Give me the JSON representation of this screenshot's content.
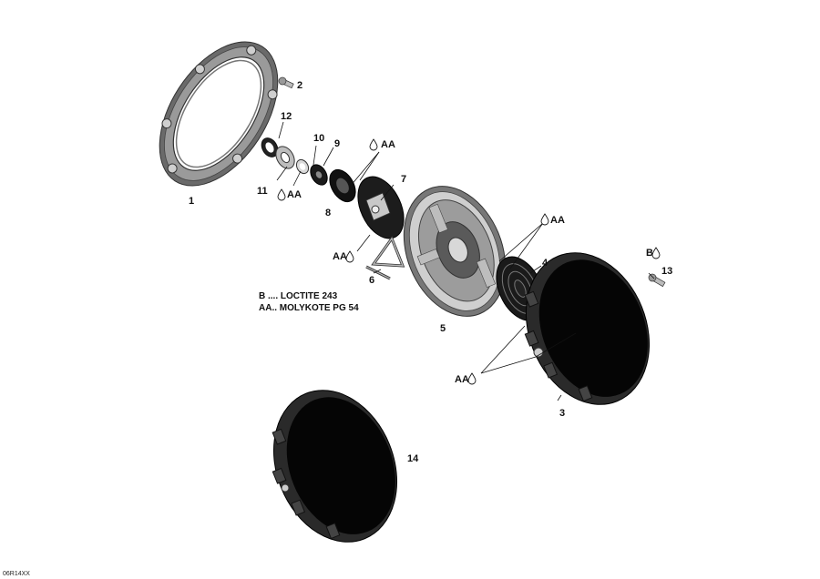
{
  "parts": [
    {
      "id": "housing-ring",
      "number": "1"
    },
    {
      "id": "bolt-top",
      "number": "2"
    },
    {
      "id": "starter-cover",
      "number": "3"
    },
    {
      "id": "spring",
      "number": "4"
    },
    {
      "id": "rope-reel",
      "number": "5"
    },
    {
      "id": "rope-guide",
      "number": "6"
    },
    {
      "id": "ratchet-plate",
      "number": "7"
    },
    {
      "id": "washer-8",
      "number": "8"
    },
    {
      "id": "nut-9",
      "number": "9"
    },
    {
      "id": "bushing-10",
      "number": "10"
    },
    {
      "id": "washer-11",
      "number": "11"
    },
    {
      "id": "seal-12",
      "number": "12"
    },
    {
      "id": "bolt-13",
      "number": "13"
    },
    {
      "id": "cover-14",
      "number": "14"
    }
  ],
  "lubricants": {
    "aa_code": "AA",
    "b_code": "B"
  },
  "legend": {
    "line1": "B .... LOCTITE 243",
    "line2": "AA.. MOLYKOTE PG 54"
  },
  "reference_code": "06R14XX",
  "icons": {
    "drop": "oil-drop-icon"
  }
}
